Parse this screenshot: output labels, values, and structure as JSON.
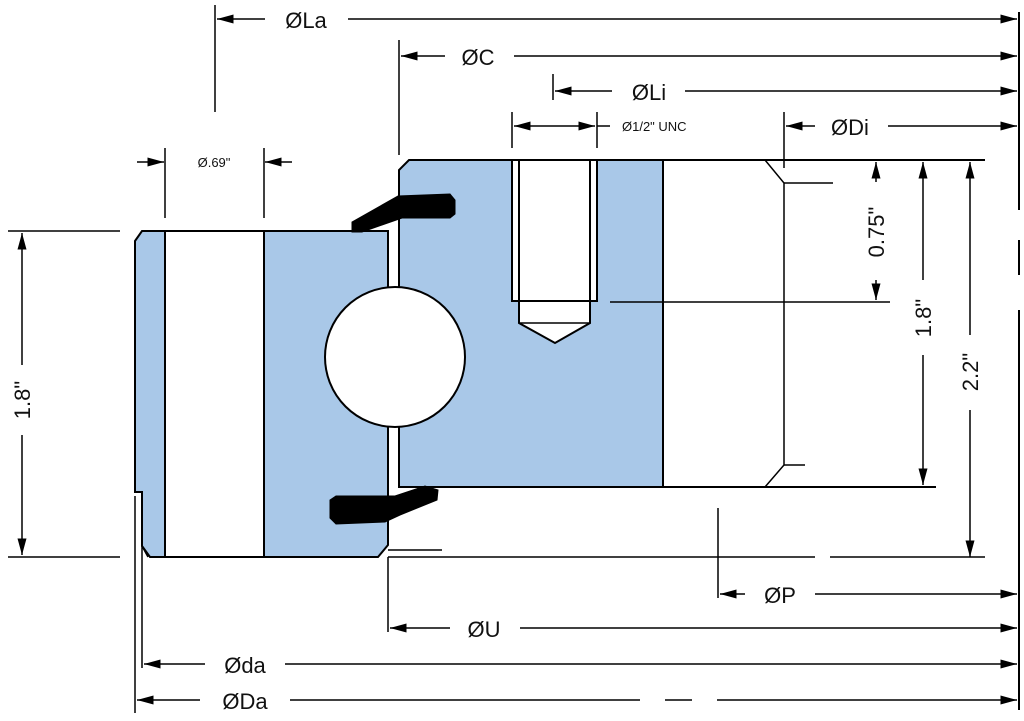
{
  "drawing": {
    "title": "Slewing ring bearing cross-section",
    "colors": {
      "part_fill": "#a9c8e8",
      "line": "#000000",
      "background": "#ffffff"
    },
    "diameter_labels": {
      "La": "ØLa",
      "C": "ØC",
      "Li": "ØLi",
      "thread": "Ø1/2\" UNC",
      "Di": "ØDi",
      "hole_outer": "Ø.69\"",
      "P": "ØP",
      "U": "ØU",
      "da": "Øda",
      "Da": "ØDa"
    },
    "height_labels": {
      "outer_ring_height": "1.8\"",
      "thread_depth": "0.75\"",
      "inner_ring_height": "1.8\"",
      "overall_height": "2.2\""
    }
  }
}
